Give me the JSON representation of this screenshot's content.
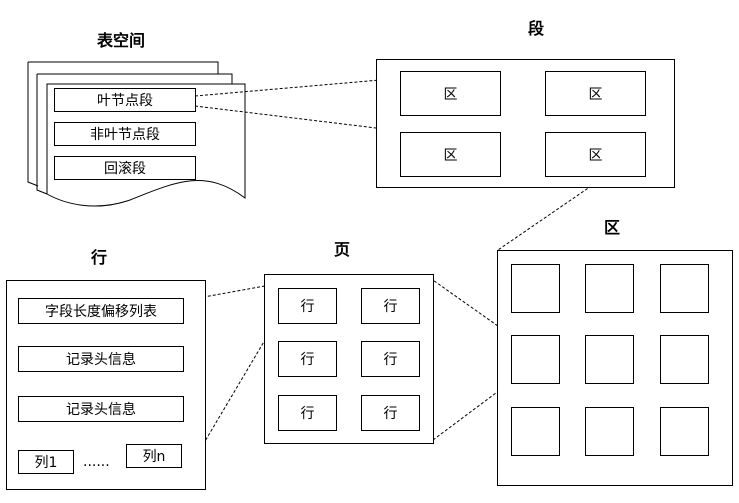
{
  "tablespace": {
    "title": "表空间",
    "segments": [
      "叶节点段",
      "非叶节点段",
      "回滚段"
    ]
  },
  "segment": {
    "title": "段",
    "extent_label": "区"
  },
  "extent": {
    "title": "区"
  },
  "page": {
    "title": "页",
    "row_label": "行"
  },
  "row": {
    "title": "行",
    "items": [
      "字段长度偏移列表",
      "记录头信息",
      "记录头信息"
    ],
    "col_first": "列1",
    "ellipsis": "......",
    "col_last": "列n"
  }
}
